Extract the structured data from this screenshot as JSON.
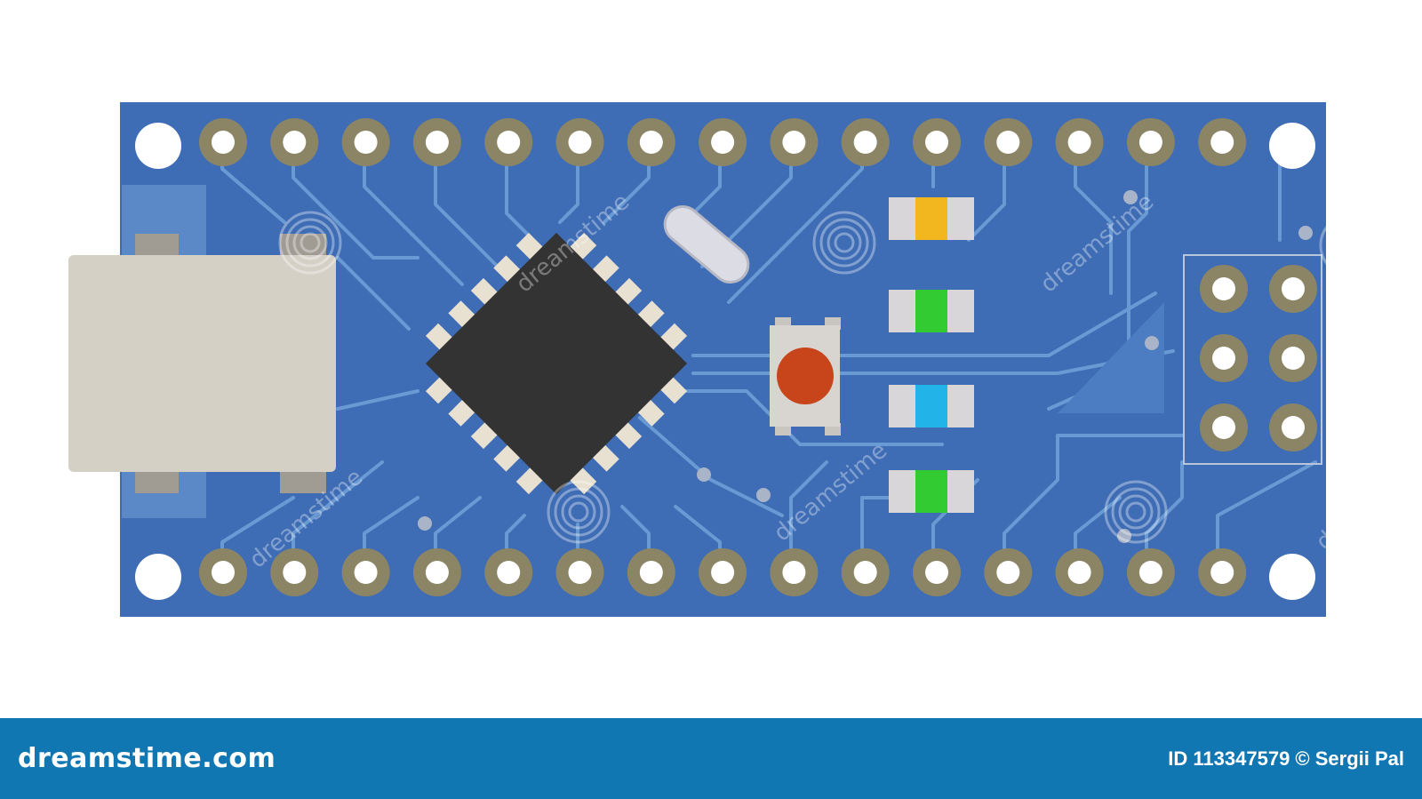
{
  "scene": {
    "subject": "microcontroller-board",
    "colors": {
      "background": "#ffffff",
      "board": "#3f6db5",
      "trace": "#6a9ad4",
      "pad_ring": "#8b8566",
      "mount_hole": "#ffffff",
      "chip": "#333333",
      "chip_pin": "#e8e0d0",
      "usb_connector": "#d4d0c6",
      "crystal": "#dcdce4",
      "button_body": "#d8d4d0",
      "button_cap": "#c8441a",
      "led_body": "#d8d6d8"
    },
    "leds": [
      {
        "color": "#f2b71e"
      },
      {
        "color": "#32cc32"
      },
      {
        "color": "#22b4e8"
      },
      {
        "color": "#32cc32"
      }
    ],
    "top_header_pins": 15,
    "bottom_header_pins": 15,
    "icsp_pins": 6
  },
  "watermark": {
    "text": "dreamstime"
  },
  "footer": {
    "logo_text": "dreamstime.com",
    "credit_text": "ID 113347579 © Sergii Pal",
    "background": "#1177b3"
  }
}
